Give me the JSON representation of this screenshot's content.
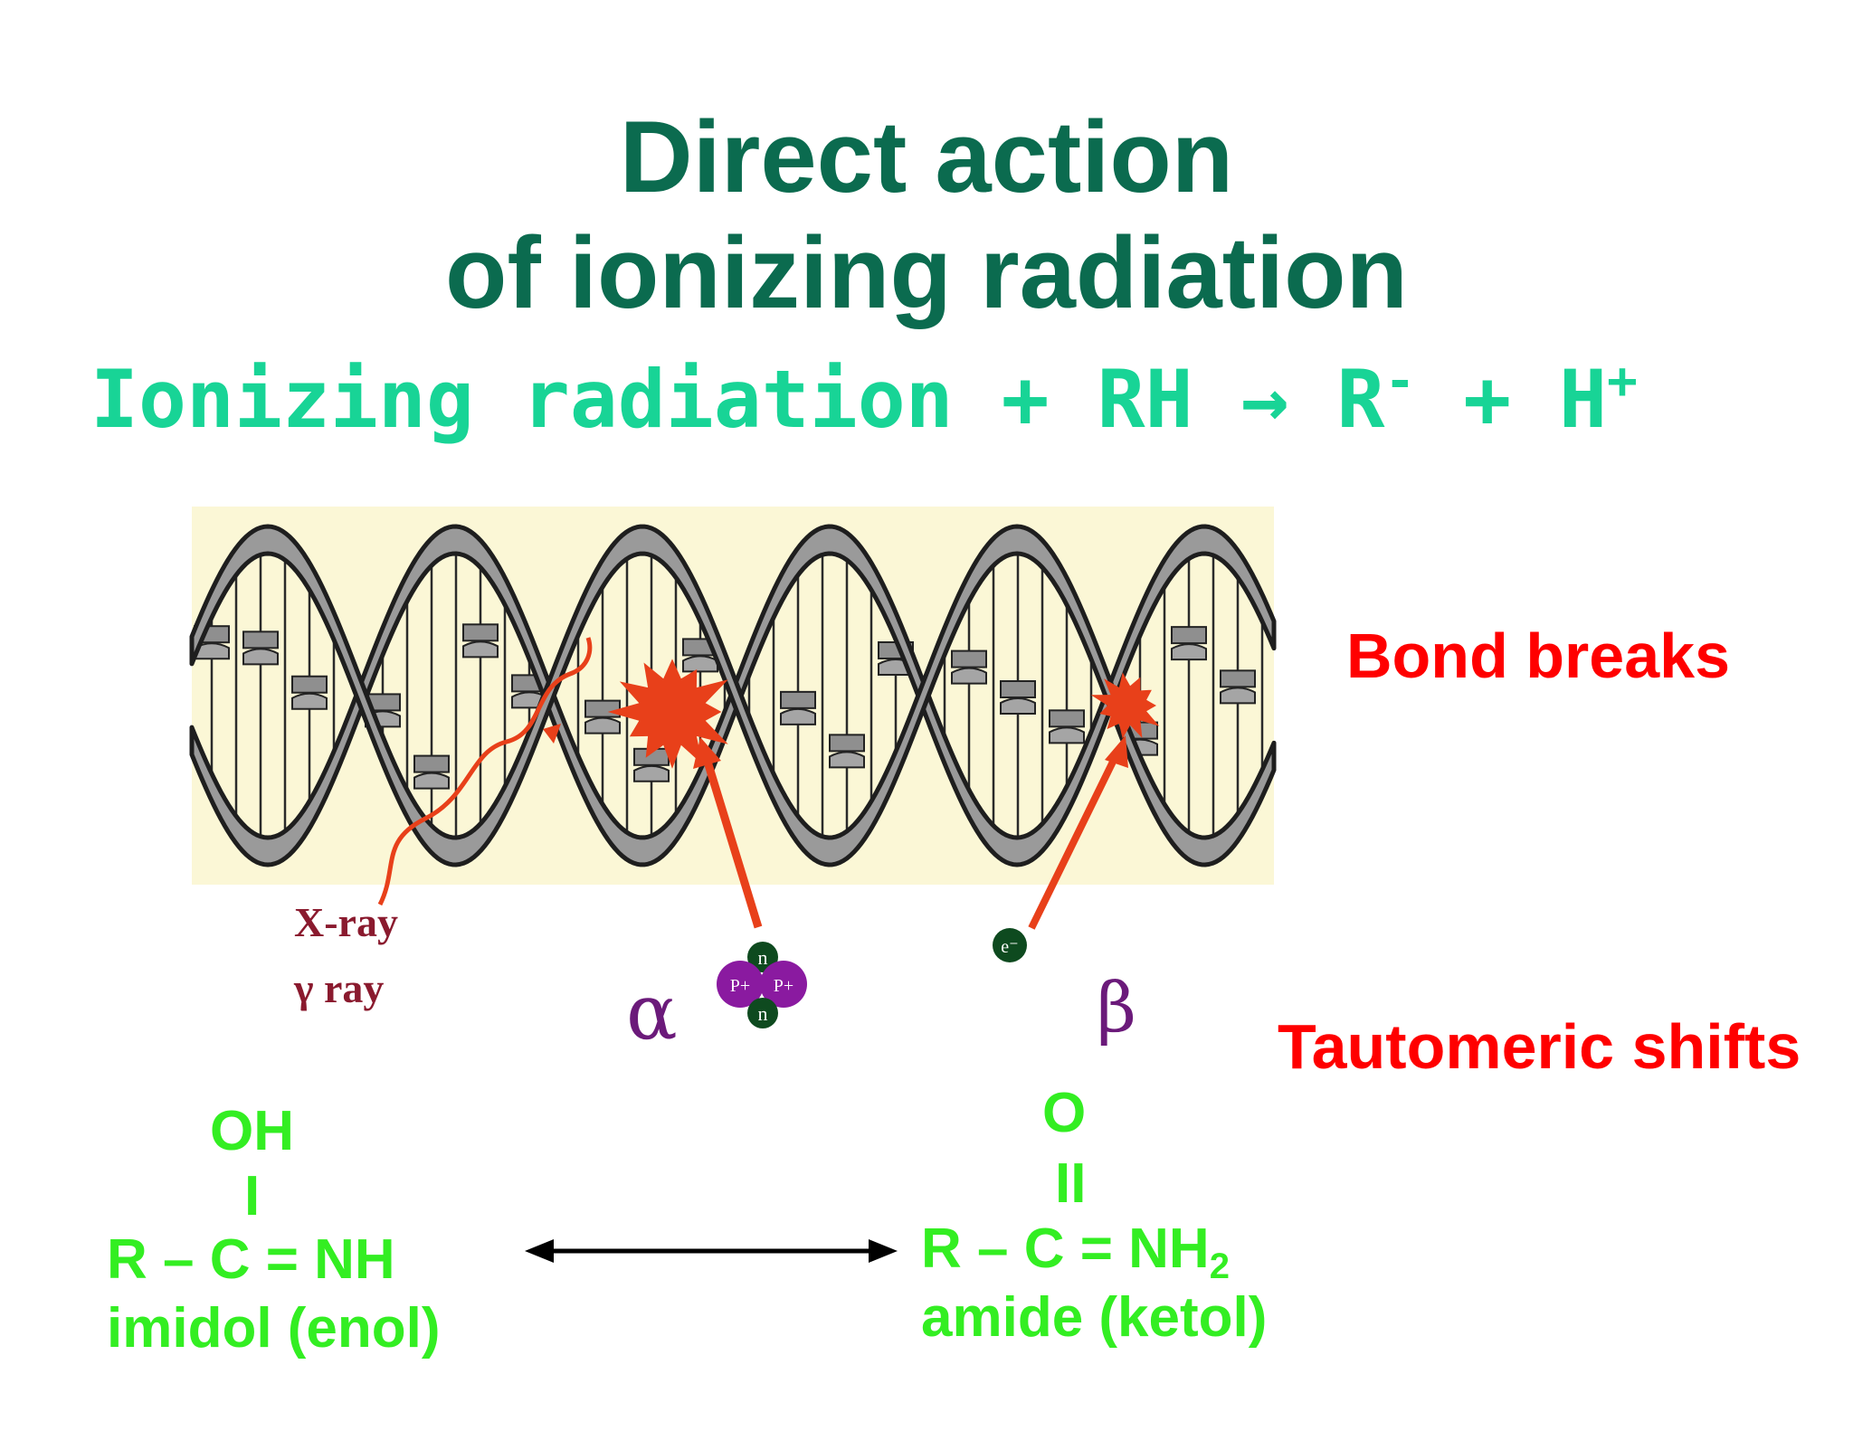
{
  "title": {
    "line1": "Direct action",
    "line2": "of ionizing radiation"
  },
  "equation": {
    "lhs": "Ionizing radiation + RH",
    "arrow": "→",
    "r": "R",
    "r_charge": "-",
    "plus": "+",
    "h": "H",
    "h_charge": "+"
  },
  "labels": {
    "bond_breaks": "Bond breaks",
    "tautomeric_shifts": "Tautomeric shifts"
  },
  "radiation": {
    "xray": "X-ray",
    "gamma": "γ ray",
    "alpha": "α",
    "beta": "β",
    "alpha_particle": {
      "n_top": "n",
      "p_left": "P+",
      "p_right": "P+",
      "n_bottom": "n"
    },
    "electron": "e⁻"
  },
  "enol": {
    "top": "OH",
    "bond": "I",
    "formula": "R – C = NH",
    "name": "imidol (enol)"
  },
  "ketol": {
    "top": "O",
    "bond": "II",
    "formula": "R – C = NH",
    "formula_sub": "2",
    "name": "amide (ketol)"
  },
  "colors": {
    "title": "#0b6b4f",
    "equation": "#18d496",
    "red_label": "#ff0000",
    "chem": "#33ee22",
    "dna_bg": "#fbf7d6",
    "strand_fill": "#9a9a9a",
    "strand_edge": "#1e1e1e",
    "hit": "#e8401a",
    "arrow": "#e8401a",
    "xray_text": "#8a1a2e",
    "greek": "#6b1a7a",
    "proton": "#8a1aa0",
    "neutron": "#0e4a1f"
  }
}
